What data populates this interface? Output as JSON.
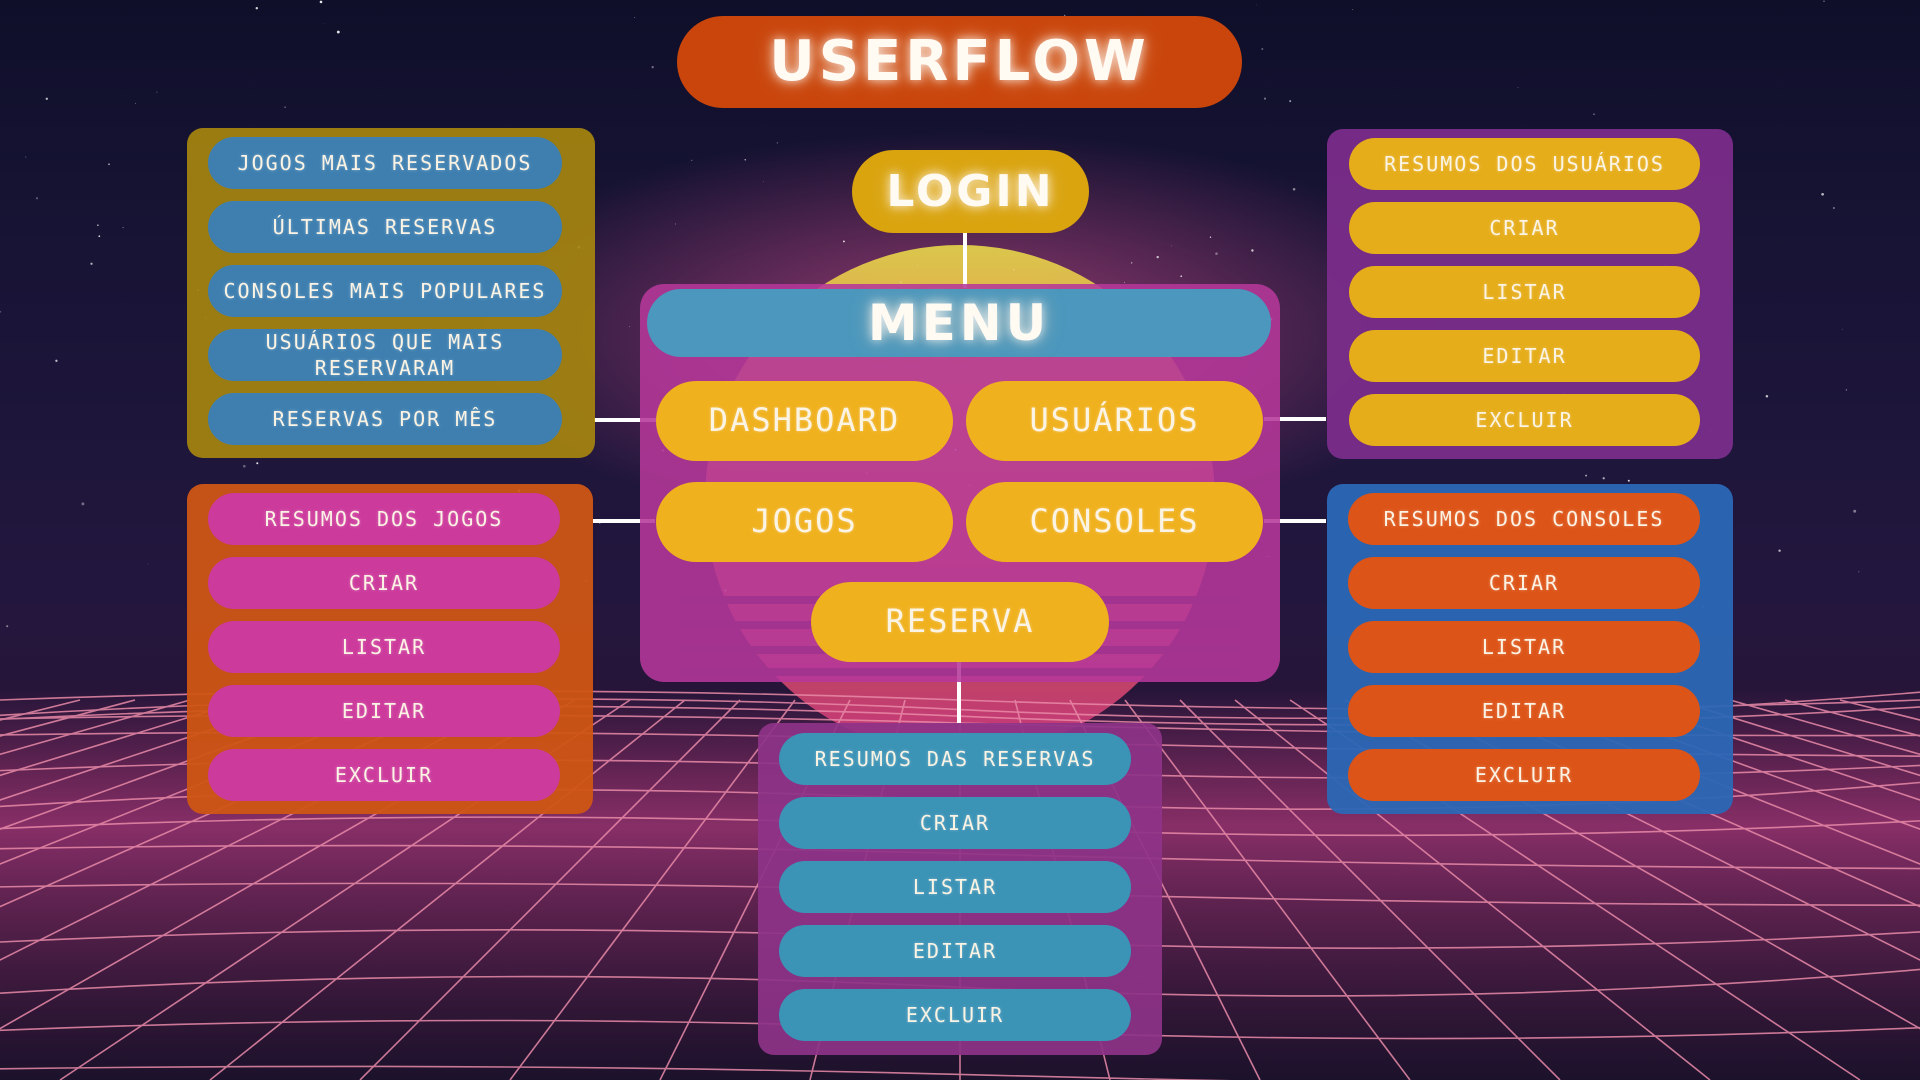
{
  "title": "USERFLOW",
  "login": "LOGIN",
  "menu": {
    "title": "MENU",
    "items": [
      "DASHBOARD",
      "USUÁRIOS",
      "JOGOS",
      "CONSOLES",
      "RESERVA"
    ]
  },
  "dashboard_panel": {
    "items": [
      "JOGOS MAIS RESERVADOS",
      "ÚLTIMAS RESERVAS",
      "CONSOLES MAIS POPULARES",
      "USUÁRIOS QUE MAIS RESERVARAM",
      "RESERVAS POR MÊS"
    ]
  },
  "usuarios_panel": {
    "items": [
      "RESUMOS DOS USUÁRIOS",
      "CRIAR",
      "LISTAR",
      "EDITAR",
      "EXCLUIR"
    ]
  },
  "jogos_panel": {
    "items": [
      "RESUMOS DOS JOGOS",
      "CRIAR",
      "LISTAR",
      "EDITAR",
      "EXCLUIR"
    ]
  },
  "consoles_panel": {
    "items": [
      "RESUMOS DOS CONSOLES",
      "CRIAR",
      "LISTAR",
      "EDITAR",
      "EXCLUIR"
    ]
  },
  "reserva_panel": {
    "items": [
      "RESUMOS DAS RESERVAS",
      "CRIAR",
      "LISTAR",
      "EDITAR",
      "EXCLUIR"
    ]
  },
  "colors": {
    "title_pill": "#c9450c",
    "login_pill": "#d9a40e",
    "menu_panel": "#b5389a",
    "menu_header": "#4b97bd",
    "menu_button": "#f0b11e",
    "dashboard_panel": "#a6860f",
    "dashboard_button": "#3e7fb0",
    "usuarios_panel": "#7a2d8a",
    "usuarios_button": "#e6ad1a",
    "jogos_panel": "#cf5514",
    "jogos_button": "#cc3a9c",
    "consoles_panel": "#2b67b5",
    "consoles_button": "#dd5418",
    "reserva_panel": "#8e3388",
    "reserva_button": "#3b93b6"
  }
}
